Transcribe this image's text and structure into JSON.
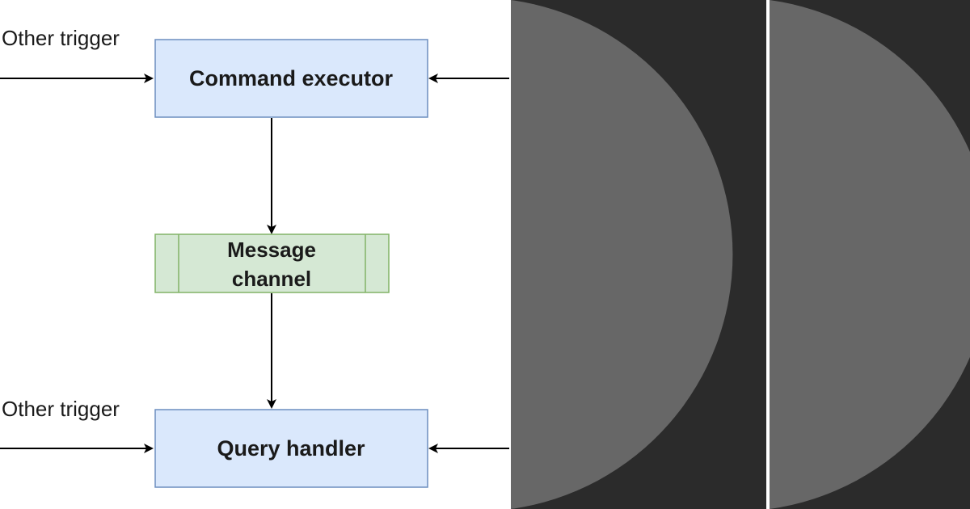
{
  "diagram": {
    "nodes": {
      "command_executor": {
        "label": "Command executor",
        "fill": "#dae8fc",
        "stroke": "#6c8ebf"
      },
      "message_channel": {
        "line1": "Message",
        "line2": "channel",
        "fill": "#d5e8d4",
        "stroke": "#82b366"
      },
      "query_handler": {
        "label": "Query handler",
        "fill": "#dae8fc",
        "stroke": "#6c8ebf"
      }
    },
    "triggers": {
      "top": "Other trigger",
      "bottom": "Other trigger"
    }
  },
  "panels": {
    "background": "#2b2b2b",
    "circle_fill": "#676767",
    "divider": "#ffffff"
  }
}
